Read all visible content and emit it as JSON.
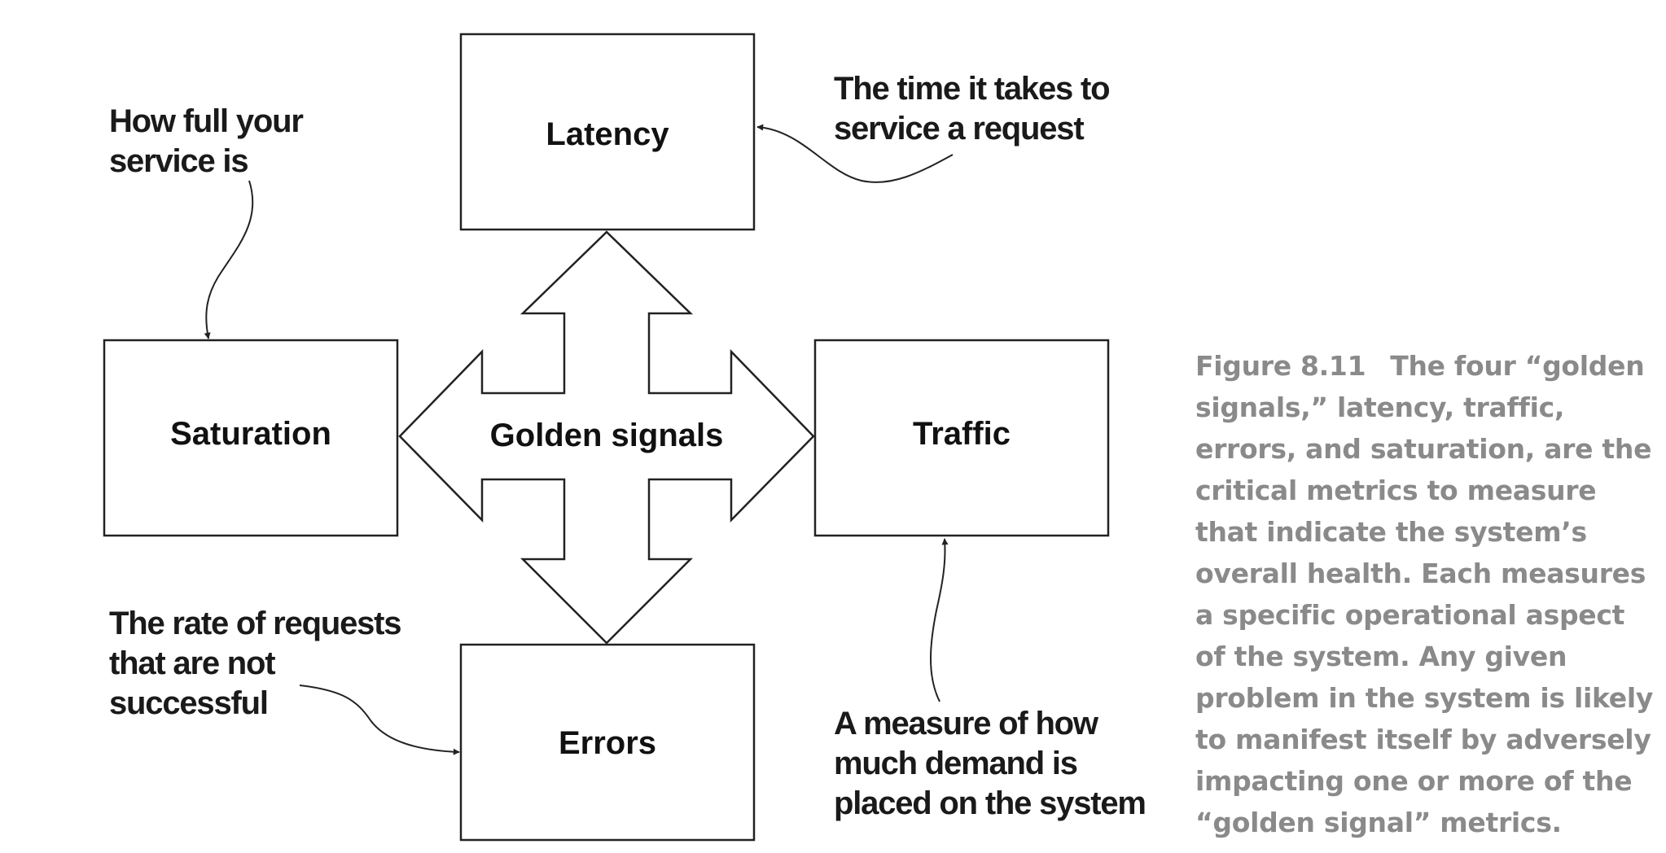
{
  "diagram": {
    "center_label": "Golden signals",
    "boxes": {
      "latency": "Latency",
      "saturation": "Saturation",
      "traffic": "Traffic",
      "errors": "Errors"
    },
    "annotations": {
      "saturation": [
        "How full your",
        "service is"
      ],
      "latency": [
        "The time it takes to",
        "service a request"
      ],
      "errors": [
        "The rate of requests",
        "that are not",
        "successful"
      ],
      "traffic": [
        "A measure of how",
        "much demand is",
        "placed on the system"
      ]
    },
    "colors": {
      "stroke": "#222222",
      "text": "#111111",
      "caption": "#8a8a8a"
    }
  },
  "caption": {
    "figure_number": "Figure 8.11",
    "lines": [
      "The four “golden",
      "signals,” latency, traffic,",
      "errors, and saturation, are the",
      "critical metrics to measure",
      "that indicate the system’s",
      "overall health. Each measures",
      "a specific operational aspect",
      "of the system. Any given",
      "problem in the system is likely",
      "to manifest itself by adversely",
      "impacting one or more of the",
      "“golden signal” metrics."
    ]
  }
}
